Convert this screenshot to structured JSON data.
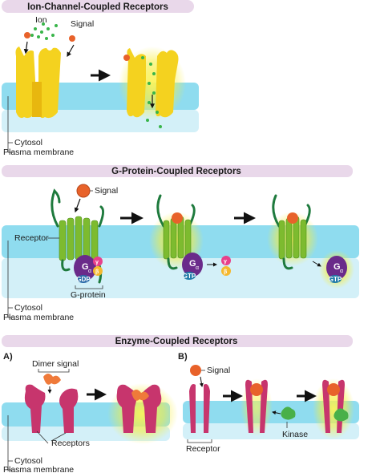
{
  "sections": {
    "ion": {
      "title": "Ion-Channel-Coupled Receptors",
      "labels": {
        "ion": "Ion",
        "signal": "Signal",
        "cytosol": "Cytosol",
        "membrane": "Plasma membrane"
      }
    },
    "gpcr": {
      "title": "G-Protein-Coupled Receptors",
      "labels": {
        "signal": "Signal",
        "receptor": "Receptor",
        "g_protein": "G-protein",
        "cytosol": "Cytosol",
        "membrane": "Plasma membrane"
      },
      "subunits": {
        "alpha": "G",
        "alpha_sub": "α",
        "beta": "β",
        "gamma": "γ",
        "gdp": "GDP",
        "gtp": "GTP"
      }
    },
    "enzyme": {
      "title": "Enzyme-Coupled Receptors",
      "panel_a": {
        "tag": "A)",
        "dimer_signal": "Dimer signal",
        "receptors": "Receptors",
        "cytosol": "Cytosol",
        "membrane": "Plasma membrane"
      },
      "panel_b": {
        "tag": "B)",
        "signal": "Signal",
        "receptor": "Receptor",
        "kinase": "Kinase"
      }
    }
  },
  "colors": {
    "header_bg": "#e9d8ea",
    "membrane": "#8fdcef",
    "cytosol": "#d3f0f8",
    "ion_channel": "#f4d21f",
    "ion_dot": "#39b54a",
    "signal": "#e8622a",
    "gpcr_helix": "#7dbb2f",
    "gpcr_loop": "#1e7a3d",
    "g_alpha": "#6a2b8a",
    "g_beta": "#f5b82e",
    "g_gamma": "#e8408a",
    "gdp": "#2a6aa8",
    "enzyme_receptor": "#c7356d",
    "dimer_signal": "#ef7a3a",
    "kinase": "#49b049",
    "glow": "#f6f13a"
  }
}
